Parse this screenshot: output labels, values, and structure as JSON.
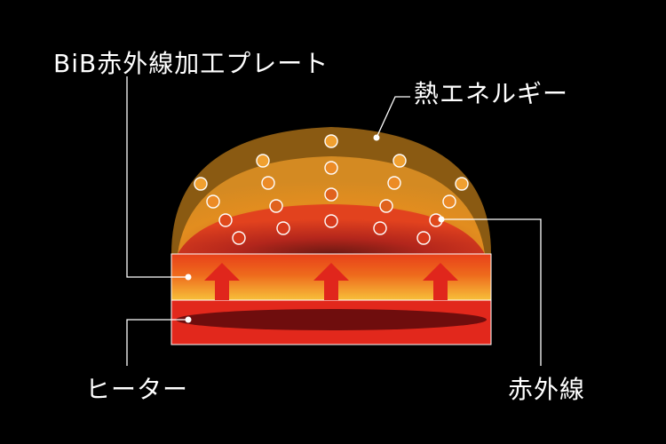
{
  "labels": {
    "plate": "BiB赤外線加工プレート",
    "heat_energy": "熱エネルギー",
    "heater": "ヒーター",
    "infrared": "赤外線"
  },
  "colors": {
    "background": "#000000",
    "dome_outer": "#8a5a12",
    "dome_middle": "#d98a1c",
    "dome_inner": "#c0281c",
    "plate_top": "#f6b733",
    "plate_bottom": "#e53a18",
    "heater": "#e0241c",
    "arrow": "#e0261c",
    "particle": "#f0a030",
    "leader_line": "#ffffff"
  },
  "icons": {
    "arrow": "up-arrow-icon",
    "particle": "heat-particle-icon"
  }
}
